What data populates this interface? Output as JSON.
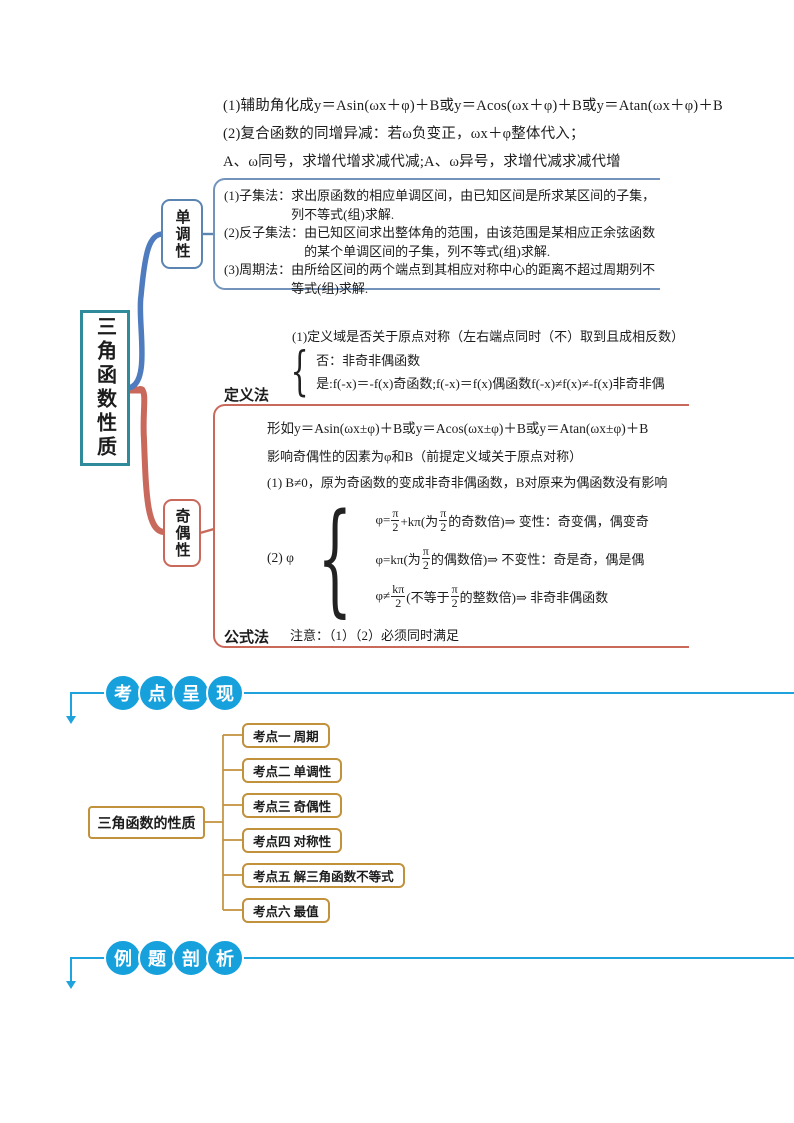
{
  "colors": {
    "azure_header": "#16a0dc",
    "teal_root": "#2f8b99",
    "blue_branch": "#4f7cbe",
    "blue_frame": "#7393bd",
    "red_branch": "#c9695c",
    "gold_tree": "#c2913c"
  },
  "top_notes": {
    "line1": "(1)辅助角化成y＝Asin(ωx＋φ)＋B或y＝Acos(ωx＋φ)＋B或y＝Atan(ωx＋φ)＋B",
    "line2": "(2)复合函数的同增异减：若ω负变正，ωx＋φ整体代入；",
    "line3": "A、ω同号，求增代增求减代减;A、ω异号，求增代减求减代增"
  },
  "mindmap": {
    "root_label": "三角函数性质",
    "monotonicity": {
      "label": "单调性",
      "items": [
        {
          "head": "(1)子集法：",
          "body": "求出原函数的相应单调区间，由已知区间是所求某区间的子集，列不等式(组)求解."
        },
        {
          "head": "(2)反子集法：",
          "body": "由已知区间求出整体角的范围，由该范围是某相应正余弦函数的某个单调区间的子集，列不等式(组)求解."
        },
        {
          "head": "(3)周期法：",
          "body": "由所给区间的两个端点到其相应对称中心的距离不超过周期列不等式(组)求解."
        }
      ]
    },
    "parity": {
      "label": "奇偶性",
      "definition": {
        "label": "定义法",
        "line1": "(1)定义域是否关于原点对称（左右端点同时（不）取到且成相反数）",
        "case_no": "否：非奇非偶函数",
        "case_yes": "是:f(-x)＝-f(x)奇函数;f(-x)＝f(x)偶函数f(-x)≠f(x)≠-f(x)非奇非偶"
      },
      "formula": {
        "label": "公式法",
        "line1": "形如y＝Asin(ωx±φ)＋B或y＝Acos(ωx±φ)＋B或y＝Atan(ωx±φ)＋B",
        "line2": "影响奇偶性的因素为φ和B（前提定义域关于原点对称）",
        "line3": "(1) B≠0，原为奇函数的变成非奇非偶函数，B对原来为偶函数没有影响",
        "phi_head": "(2) φ",
        "cases": [
          "φ={π/2}+kπ(为{π/2}的奇数倍)⇒ 变性：奇变偶，偶变奇",
          "φ=kπ(为{π/2}的偶数倍)⇒ 不变性：奇是奇，偶是偶",
          "φ≠{kπ/2}(不等于{π/2}的整数倍)⇒ 非奇非偶函数"
        ],
        "note": "注意：（1）（2）必须同时满足"
      }
    }
  },
  "headers": {
    "kaodian": {
      "chars": [
        "考",
        "点",
        "呈",
        "现"
      ]
    },
    "liti": {
      "chars": [
        "例",
        "题",
        "剖",
        "析"
      ]
    }
  },
  "tree": {
    "root_label": "三角函数的性质",
    "leaves": [
      "考点一 周期",
      "考点二 单调性",
      "考点三 奇偶性",
      "考点四 对称性",
      "考点五 解三角函数不等式",
      "考点六 最值"
    ]
  }
}
